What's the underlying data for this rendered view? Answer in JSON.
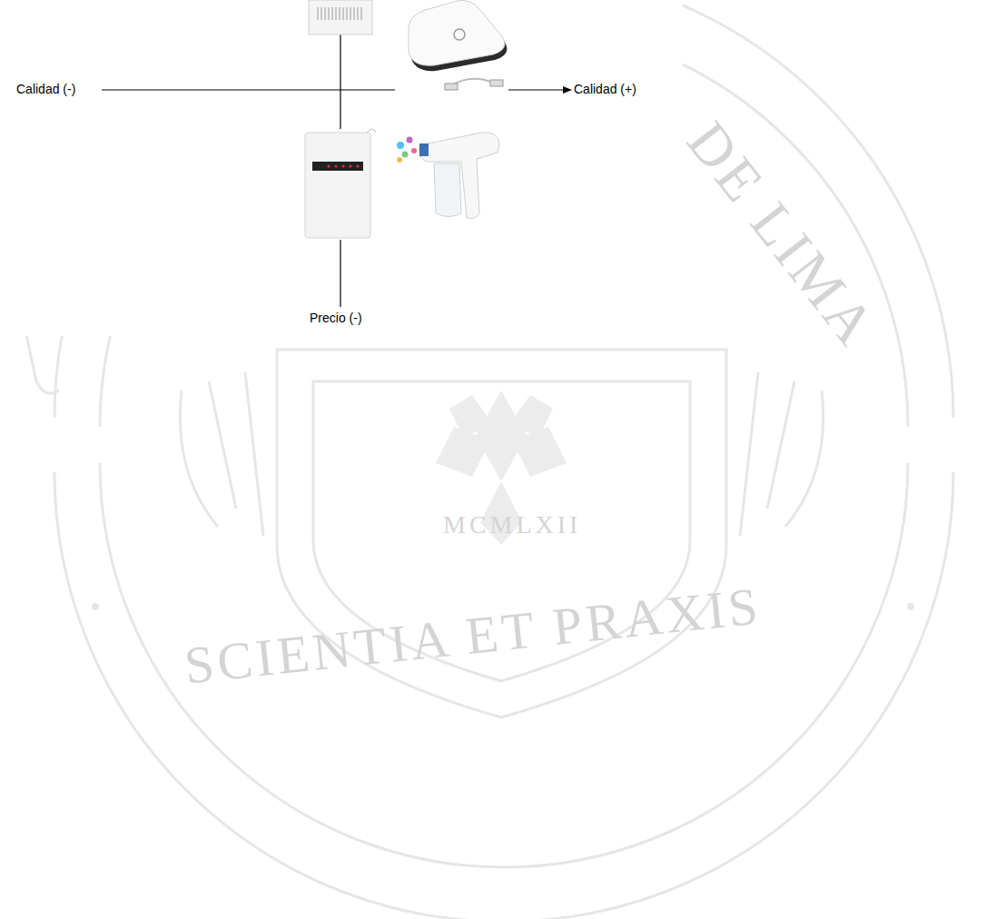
{
  "diagram": {
    "labels": [
      "Calidad (-)",
      "Calidad (+)",
      "Precio (-)",
      "DE LIMA",
      "MCMLXII",
      "SCIENTIA ET PRAXIS"
    ]
  }
}
